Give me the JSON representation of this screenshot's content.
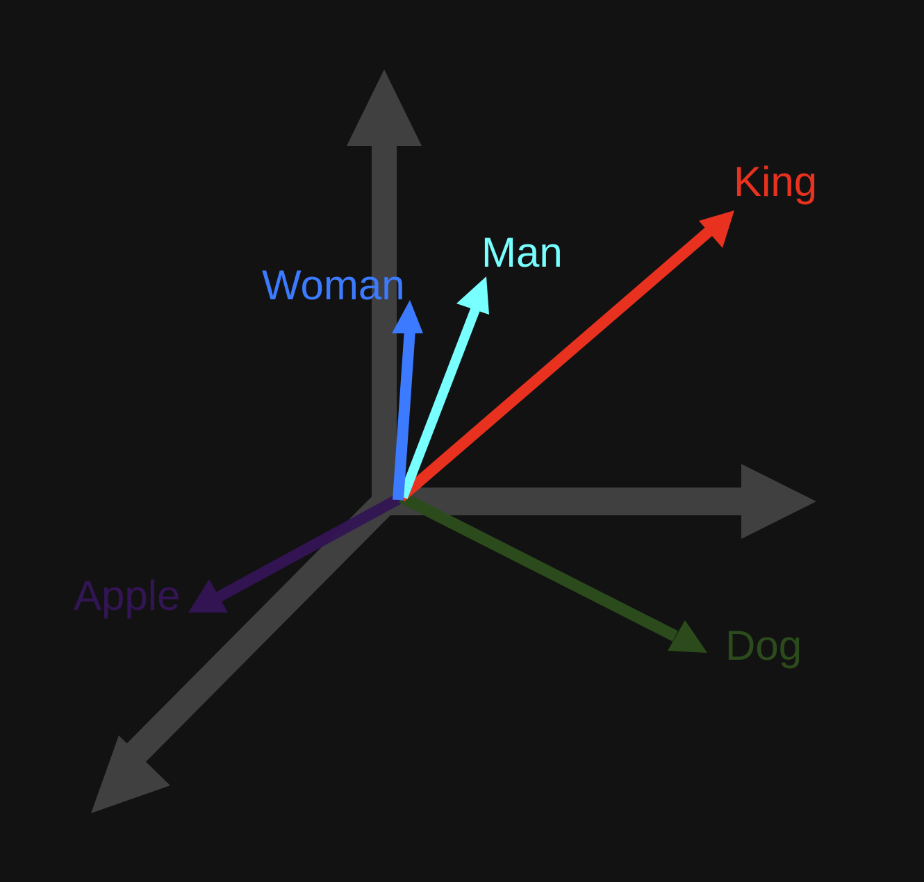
{
  "background_color": "#121212",
  "axis_color": "#404040",
  "vectors": [
    {
      "label": "King",
      "color": "#e8321f"
    },
    {
      "label": "Man",
      "color": "#78ffff"
    },
    {
      "label": "Woman",
      "color": "#3c7aff"
    },
    {
      "label": "Apple",
      "color": "#331555"
    },
    {
      "label": "Dog",
      "color": "#2c4b1c"
    }
  ]
}
